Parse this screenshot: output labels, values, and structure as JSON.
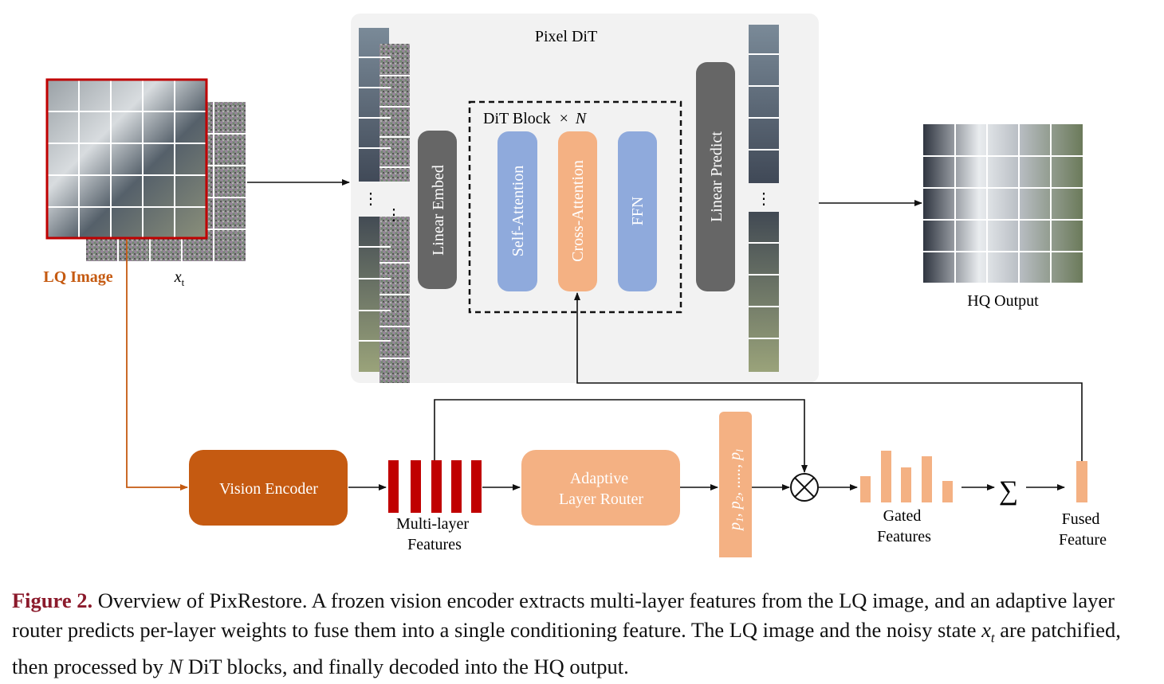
{
  "diagram": {
    "pixel_dit_title": "Pixel DiT",
    "dit_block_label": "DiT Block",
    "dit_block_times": "×",
    "dit_block_n": "N",
    "linear_embed": "Linear Embed",
    "self_attention": "Self-Attention",
    "cross_attention": "Cross-Attention",
    "ffn": "FFN",
    "linear_predict": "Linear Predict",
    "lq_image_label": "LQ Image",
    "xt_label": "x",
    "xt_sub": "t",
    "hq_output_label": "HQ Output",
    "vision_encoder": "Vision Encoder",
    "multi_layer_features": [
      "Multi-layer",
      "Features"
    ],
    "adaptive_layer_router": [
      "Adaptive",
      "Layer Router"
    ],
    "p_weights": "p",
    "gated_features": [
      "Gated",
      "Features"
    ],
    "sum_symbol": "∑",
    "fused_feature": [
      "Fused",
      "Feature"
    ],
    "ellipsis": "⋮",
    "colors": {
      "accent_dark_orange": "#c55a11",
      "light_orange": "#f4b183",
      "red_feature": "#c00000",
      "blue_block": "#8faadc",
      "gray_block": "#666666",
      "dit_panel": "#f2f2f2",
      "lq_border": "#c00000",
      "figure_label": "#8b1a2b"
    }
  },
  "caption": {
    "figure_label": "Figure 2.",
    "text_1": "Overview of PixRestore. A frozen vision encoder extracts multi-layer features from the LQ image, and an adaptive layer router predicts per-layer weights to fuse them into a single conditioning feature. The LQ image and the noisy state",
    "var_x": "x",
    "var_x_sub": "t",
    "text_2": "are patchified, then processed by",
    "var_n": "N",
    "text_3": "DiT blocks, and finally decoded into the HQ output."
  }
}
